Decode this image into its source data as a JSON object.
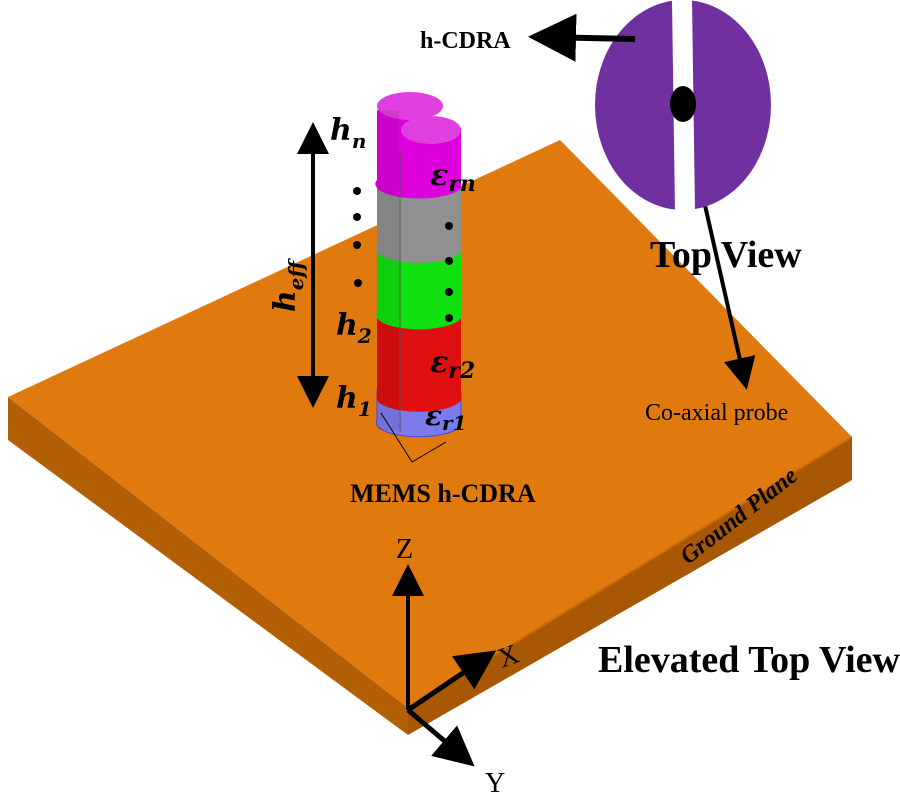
{
  "labels": {
    "h_cdra": "h-CDRA",
    "top_view": "Top View",
    "coaxial_probe": "Co-axial probe",
    "mems_h_cdra": "MEMS h-CDRA",
    "ground_plane": "Ground Plane",
    "elevated_top_view": "Elevated Top View",
    "axis_x": "X",
    "axis_y": "Y",
    "axis_z": "Z"
  },
  "math": {
    "h_n": "h",
    "h_n_sub": "n",
    "h_2": "h",
    "h_2_sub": "2",
    "h_1": "h",
    "h_1_sub": "1",
    "h_eff": "h",
    "h_eff_sub": "eff",
    "eps_rn": "ε",
    "eps_rn_sub": "rn",
    "eps_r2": "ε",
    "eps_r2_sub": "r2",
    "eps_r1": "ε",
    "eps_r1_sub": "r1"
  },
  "colors": {
    "ground_top": "#e07a0e",
    "ground_side": "#b35f06",
    "layer_n": "#dd00dd",
    "layer_gray": "#909090",
    "layer_green": "#10e010",
    "layer_2": "#e01010",
    "layer_1": "#7b7bea",
    "top_view_disc": "#7030a0"
  }
}
